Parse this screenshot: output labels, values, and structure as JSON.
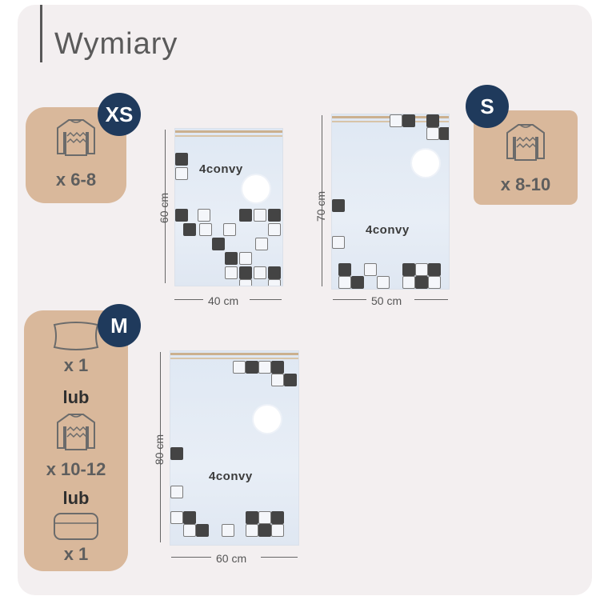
{
  "title": "Wymiary",
  "sizes": {
    "xs": {
      "badge": "XS",
      "count": "x 6-8"
    },
    "s": {
      "badge": "S",
      "count": "x 8-10"
    },
    "m": {
      "badge": "M",
      "pillow_count": "x 1",
      "or1": "lub",
      "sweater_count": "x 10-12",
      "or2": "lub",
      "blanket_count": "x 1"
    }
  },
  "bags": {
    "xs": {
      "brand": "4convy",
      "width": "40 cm",
      "height": "60 cm"
    },
    "s": {
      "brand": "4convy",
      "width": "50 cm",
      "height": "70 cm"
    },
    "m": {
      "brand": "4convy",
      "width": "60 cm",
      "height": "80 cm"
    }
  },
  "colors": {
    "badge_bg": "#d9b89b",
    "circle_bg": "#1f3a5c",
    "card_bg": "#f3eff0"
  },
  "icons": [
    "sweater-icon",
    "pillow-icon",
    "blanket-icon"
  ]
}
